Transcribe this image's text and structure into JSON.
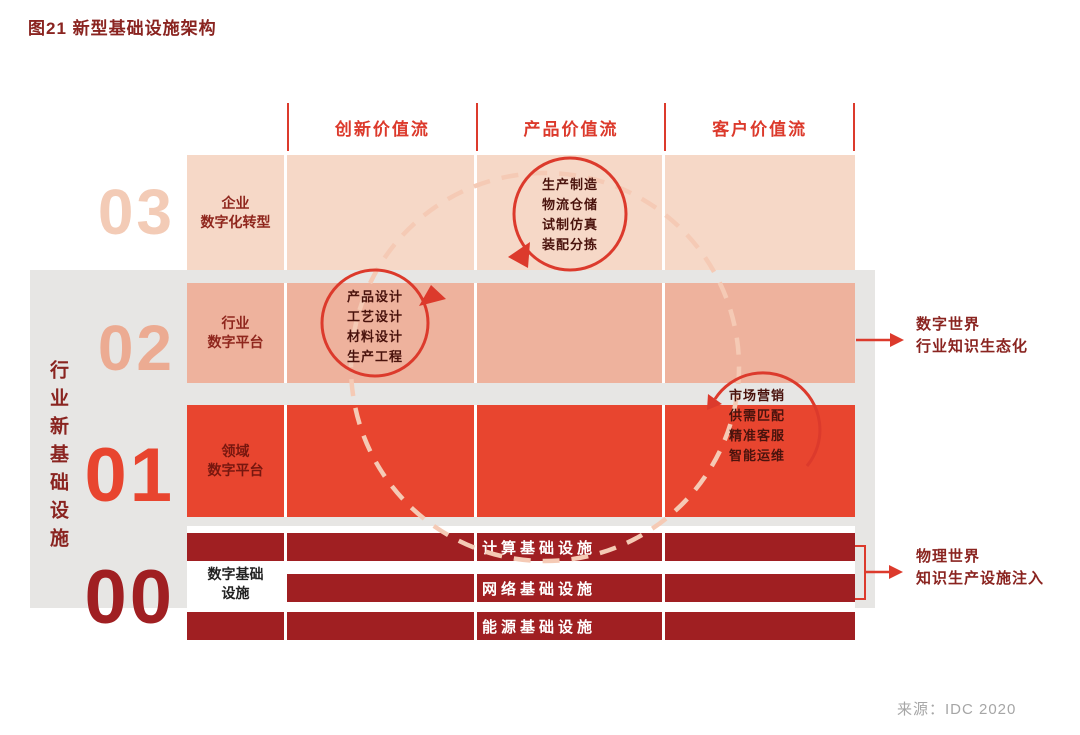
{
  "title": "图21 新型基础设施架构",
  "source": "来源：IDC 2020",
  "side_label": "行业新基础设施",
  "columns": [
    {
      "label": "创新价值流"
    },
    {
      "label": "产品价值流"
    },
    {
      "label": "客户价值流"
    }
  ],
  "levels": [
    {
      "number": "03",
      "label_line1": "企业",
      "label_line2": "数字化转型"
    },
    {
      "number": "02",
      "label_line1": "行业",
      "label_line2": "数字平台"
    },
    {
      "number": "01",
      "label_line1": "领域",
      "label_line2": "数字平台"
    },
    {
      "number": "00",
      "label_line1": "数字基础",
      "label_line2": "设施"
    }
  ],
  "infrastructure_bars": [
    {
      "label": "计算基础设施"
    },
    {
      "label": "网络基础设施"
    },
    {
      "label": "能源基础设施"
    }
  ],
  "cycles": {
    "production": [
      "生产制造",
      "物流仓储",
      "试制仿真",
      "装配分拣"
    ],
    "innovation": [
      "产品设计",
      "工艺设计",
      "材料设计",
      "生产工程"
    ],
    "customer": [
      "市场营销",
      "供需匹配",
      "精准客服",
      "智能运维"
    ]
  },
  "annotations": {
    "digital_world": {
      "line1": "数字世界",
      "line2": "行业知识生态化"
    },
    "physical_world": {
      "line1": "物理世界",
      "line2": "知识生产设施注入"
    }
  },
  "colors": {
    "accent_red": "#dc3a2c",
    "dark_maroon": "#8a2420",
    "row_03_bg": "#f6d8c7",
    "row_02_bg": "#eeb29d",
    "row_01_bg": "#e8452f",
    "bar_bg": "#a01f22",
    "gray_band": "#e7e6e4",
    "dashed_circle": "#f5cab5"
  }
}
